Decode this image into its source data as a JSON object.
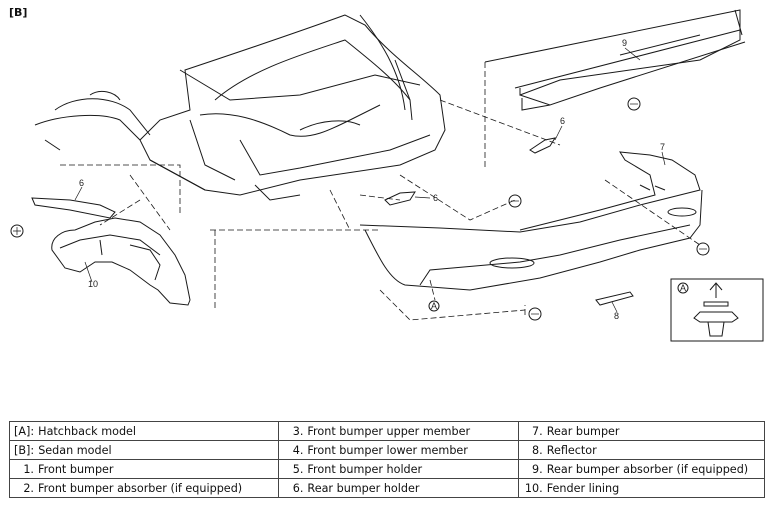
{
  "tag": "[B]",
  "callouts": {
    "absorber_rear": "9",
    "holder_upper": "6",
    "holder_mid": "6",
    "holder_left": "6",
    "rear_bumper": "7",
    "fender": "10",
    "reflector": "8",
    "clip_a": "A",
    "detail_a": "A"
  },
  "legend": {
    "rows": [
      [
        {
          "num": "[A]:",
          "text": "Hatchback model"
        },
        {
          "num": "3.",
          "text": "Front bumper upper member"
        },
        {
          "num": "7.",
          "text": "Rear bumper"
        }
      ],
      [
        {
          "num": "[B]:",
          "text": "Sedan model"
        },
        {
          "num": "4.",
          "text": "Front bumper lower member"
        },
        {
          "num": "8.",
          "text": "Reflector"
        }
      ],
      [
        {
          "num": "1.",
          "text": "Front bumper"
        },
        {
          "num": "5.",
          "text": "Front bumper holder"
        },
        {
          "num": "9.",
          "text": "Rear bumper absorber (if equipped)"
        }
      ],
      [
        {
          "num": "2.",
          "text": "Front bumper absorber (if equipped)"
        },
        {
          "num": "6.",
          "text": "Rear bumper holder"
        },
        {
          "num": "10.",
          "text": "Fender lining"
        }
      ]
    ]
  }
}
